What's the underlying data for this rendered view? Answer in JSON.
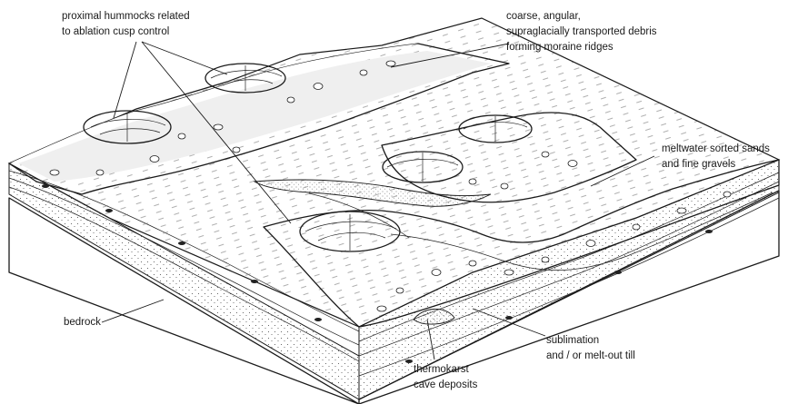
{
  "labels": {
    "proximal_hummocks_1": "proximal hummocks related",
    "proximal_hummocks_2": "to ablation cusp control",
    "coarse_debris_1": "coarse, angular,",
    "coarse_debris_2": "supraglacially transported debris",
    "coarse_debris_3": "forming moraine ridges",
    "meltwater_1": "meltwater sorted sands",
    "meltwater_2": "and fine gravels",
    "bedrock": "bedrock",
    "sublimation_1": "sublimation",
    "sublimation_2": "and / or melt-out till",
    "thermokarst_1": "thermokarst",
    "thermokarst_2": "cave deposits"
  },
  "colors": {
    "ink": "#1a1a1a",
    "background": "#ffffff",
    "ridge_shade": "#c9c9c9",
    "hummock_shade": "#8f8f8f"
  }
}
